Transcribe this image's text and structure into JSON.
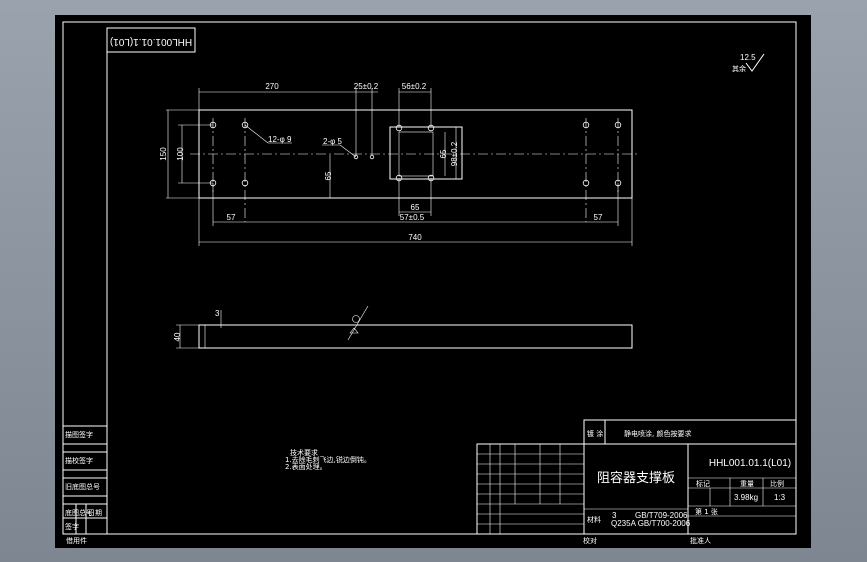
{
  "drawing": {
    "mirrored_code": "HHL001.01.1(L01)",
    "roughness": {
      "value": "12.5",
      "other_label": "其余"
    },
    "top_view": {
      "dims": {
        "d270": "270",
        "d25": "25±0.2",
        "d56": "56±0.2",
        "hole12": "12-φ 9",
        "hole2": "2-φ 5",
        "d150": "150",
        "d100": "100",
        "d65v": "65",
        "d65": "65",
        "d98": "98±0.2",
        "d65b": "65",
        "d57l": "57",
        "d57c": "57±0.5",
        "d57r": "57",
        "d740": "740"
      }
    },
    "side_view": {
      "thickness": "40",
      "chamfer": "3"
    },
    "notes": {
      "title": "技术要求",
      "line1": "1.去除毛刺飞边,锐边倒钝。",
      "line2": "2.表面处理。"
    }
  },
  "title_block": {
    "left_labels": [
      "描图签字",
      "描校签字",
      "旧底图总号",
      "底图总号",
      "签字",
      "日期"
    ],
    "treatment_label": "镀 涂",
    "treatment_text": "静电喷涂, 颜色按要求",
    "part_name": "阻容器支撑板",
    "drawing_number": "HHL001.01.1(L01)",
    "weight": "3.98kg",
    "scale": "1:3",
    "col_headers": [
      "标记",
      "重量",
      "比例"
    ],
    "sheet_text": "第 1 张",
    "material_label": "材料",
    "thickness_value": "3",
    "std1": "GB/T709-2006",
    "std2": "Q235A GB/T700-2006",
    "bottom_left": "借用件",
    "bottom_mid": "校对",
    "bottom_right": "批准人"
  }
}
